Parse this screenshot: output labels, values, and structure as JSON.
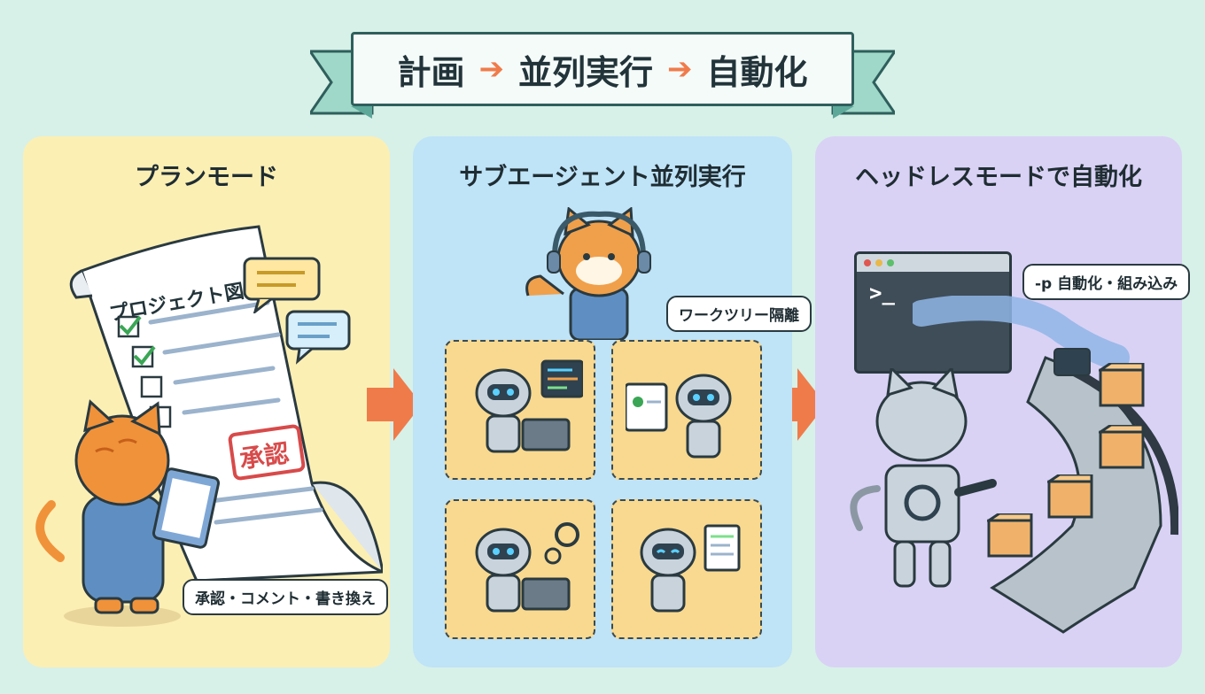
{
  "header": {
    "step1": "計画",
    "step2": "並列実行",
    "step3": "自動化",
    "arrow": "➔"
  },
  "panels": {
    "plan": {
      "title": "プランモード",
      "doc_title": "プロジェクト図",
      "stamp": "承認",
      "bubble": "承認・コメント・書き換え"
    },
    "parallel": {
      "title": "サブエージェント並列実行",
      "bubble": "ワークツリー隔離"
    },
    "headless": {
      "title": "ヘッドレスモードで自動化",
      "bubble": "-p 自動化・組み込み",
      "prompt": ">_"
    }
  },
  "colors": {
    "bg": "#d7f1e8",
    "plan_bg": "#fcefb4",
    "parallel_bg": "#bfe3f7",
    "headless_bg": "#d9d2f5",
    "accent_arrow": "#f07b4a",
    "ribbon_teal": "#9fd8c8"
  },
  "icons": [
    "cat-icon",
    "robot-icon",
    "terminal-icon",
    "box-icon",
    "gear-icon",
    "checkbox-icon",
    "speech-bubble-icon",
    "laptop-icon",
    "conveyor-icon"
  ]
}
